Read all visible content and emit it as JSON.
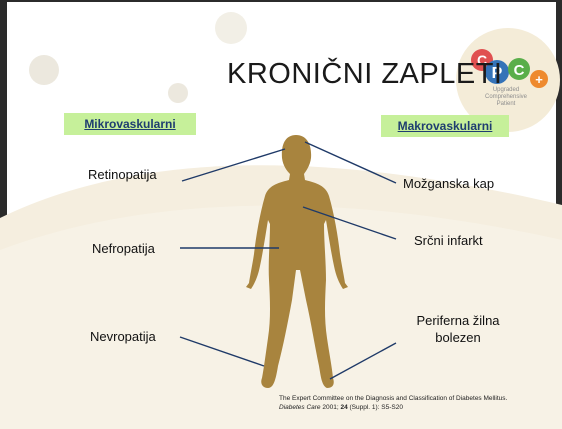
{
  "slide": {
    "title": "KRONIČNI ZAPLETI",
    "categories": {
      "left": "Mikrovaskularni",
      "right": "Makrovaskularni"
    },
    "labels": {
      "retinopatija": "Retinopatija",
      "nefropatija": "Nefropatija",
      "nevropatija": "Nevropatija",
      "mozganska_kap": "Možganska kap",
      "srcni_infarkt": "Srčni infarkt",
      "periferna_line1": "Periferna žilna",
      "periferna_line2": "bolezen"
    },
    "logo": {
      "letters": [
        "C",
        "P",
        "C",
        "+"
      ],
      "subtitle_lines": [
        "Upgraded",
        "Comprehensive",
        "Patient"
      ]
    },
    "reference": {
      "line1": "The Expert Committee on the Diagnosis and Classification of Diabetes Mellitus.",
      "journal": "Diabetes Care",
      "details_pre": " 2001; ",
      "volume": "24",
      "details_post": " (Suppl. 1): S5-S20"
    }
  },
  "colors": {
    "category_bg": "#c6f09a",
    "category_text": "#1f3d70",
    "body_figure": "#a8843e",
    "lines": "#1f3a68",
    "logo_red": "#e05050",
    "logo_blue": "#3573b8",
    "logo_green": "#5aae4a",
    "logo_orange": "#ee8a2e"
  }
}
